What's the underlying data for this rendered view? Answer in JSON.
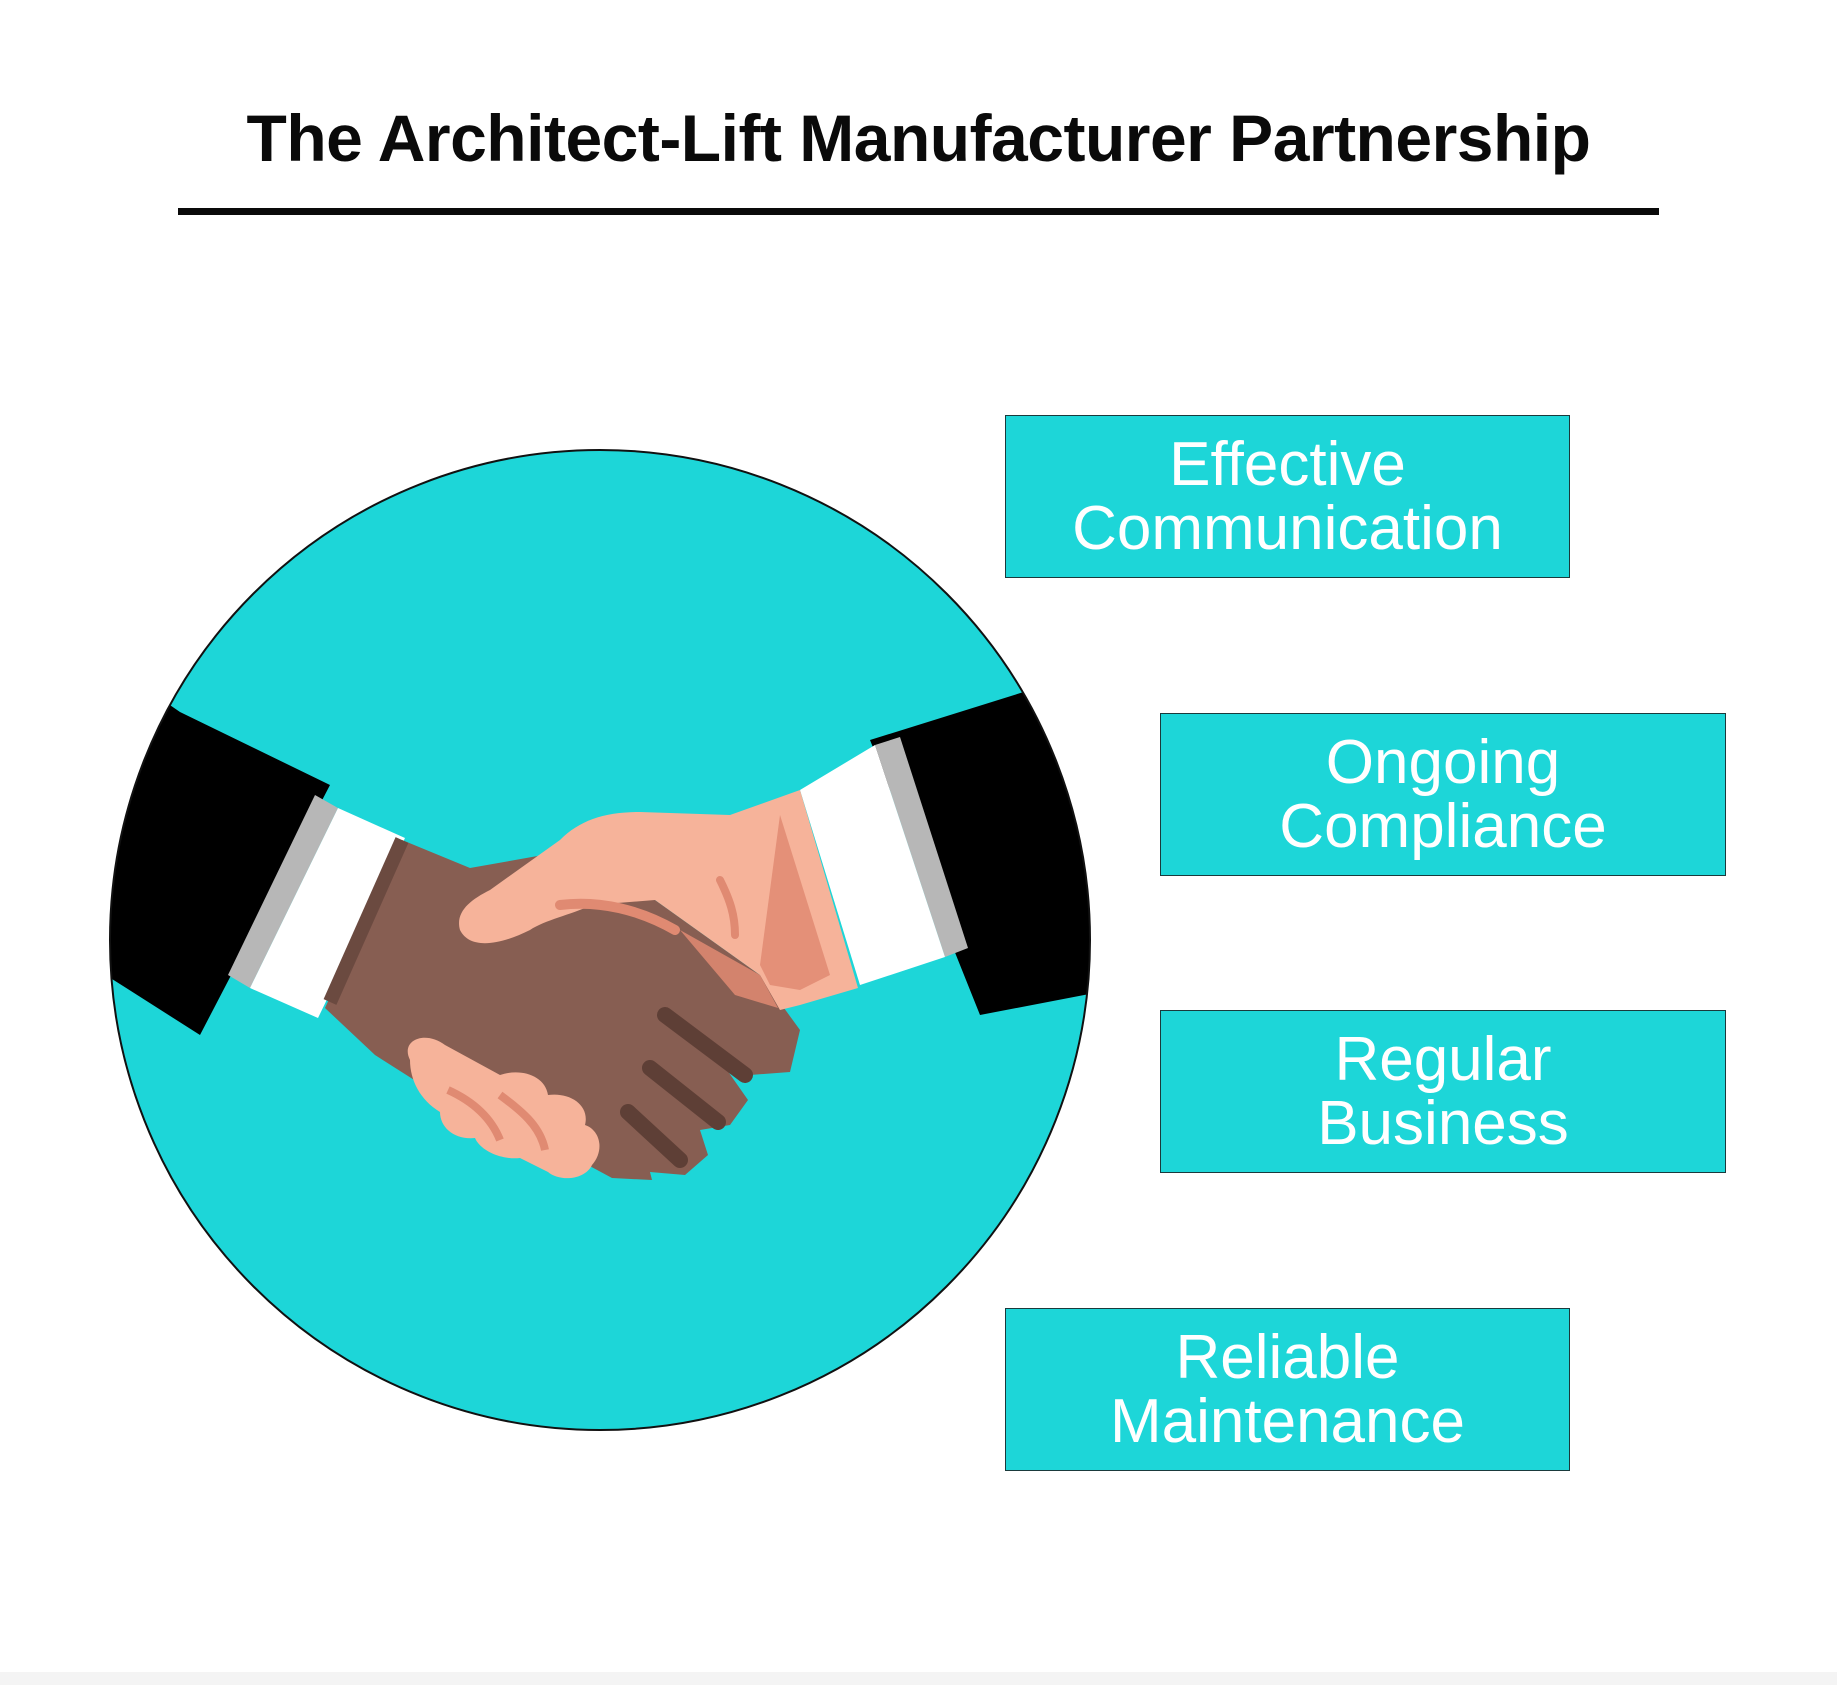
{
  "title": "The Architect-Lift Manufacturer Partnership",
  "colors": {
    "accent": "#1DD6D8",
    "text_on_accent": "#FFFFFF",
    "title": "#0A0A0A",
    "sleeve": "#000000",
    "dark_hand": "#875E52",
    "light_hand": "#F6B39A"
  },
  "illustration": {
    "icon": "handshake-icon"
  },
  "pillars": [
    {
      "line1": "Effective",
      "line2": "Communication"
    },
    {
      "line1": "Ongoing",
      "line2": "Compliance"
    },
    {
      "line1": "Regular",
      "line2": "Business"
    },
    {
      "line1": "Reliable",
      "line2": "Maintenance"
    }
  ]
}
